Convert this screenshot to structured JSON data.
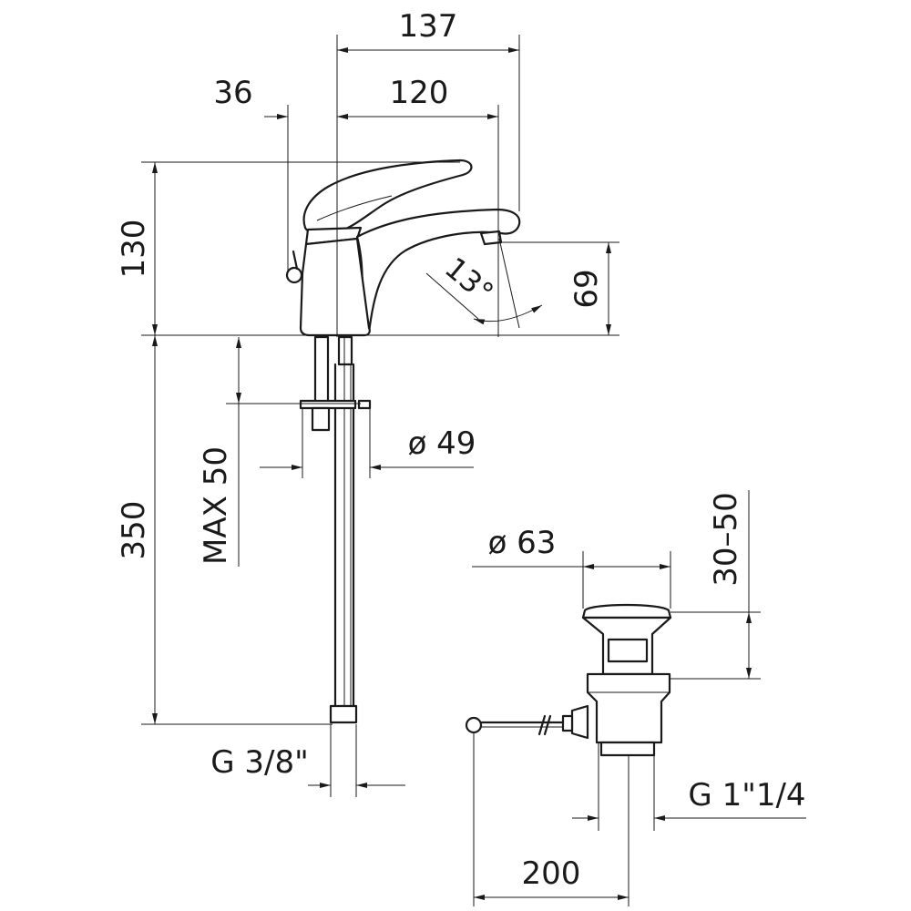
{
  "dimensions": {
    "overall_reach": "137",
    "lever_offset": "36",
    "spout_length": "120",
    "height": "130",
    "spout_height": "69",
    "spout_angle": "13°",
    "base_diameter": "ø 49",
    "max_deck": "MAX 50",
    "flex_length": "350",
    "inlet_thread": "G 3/8\"",
    "waste_diameter": "ø 63",
    "waste_adjust": "30–50",
    "waste_thread": "G 1\"1/4",
    "rod_length": "200"
  },
  "colors": {
    "line": "#1a1a1a",
    "background": "#ffffff"
  }
}
